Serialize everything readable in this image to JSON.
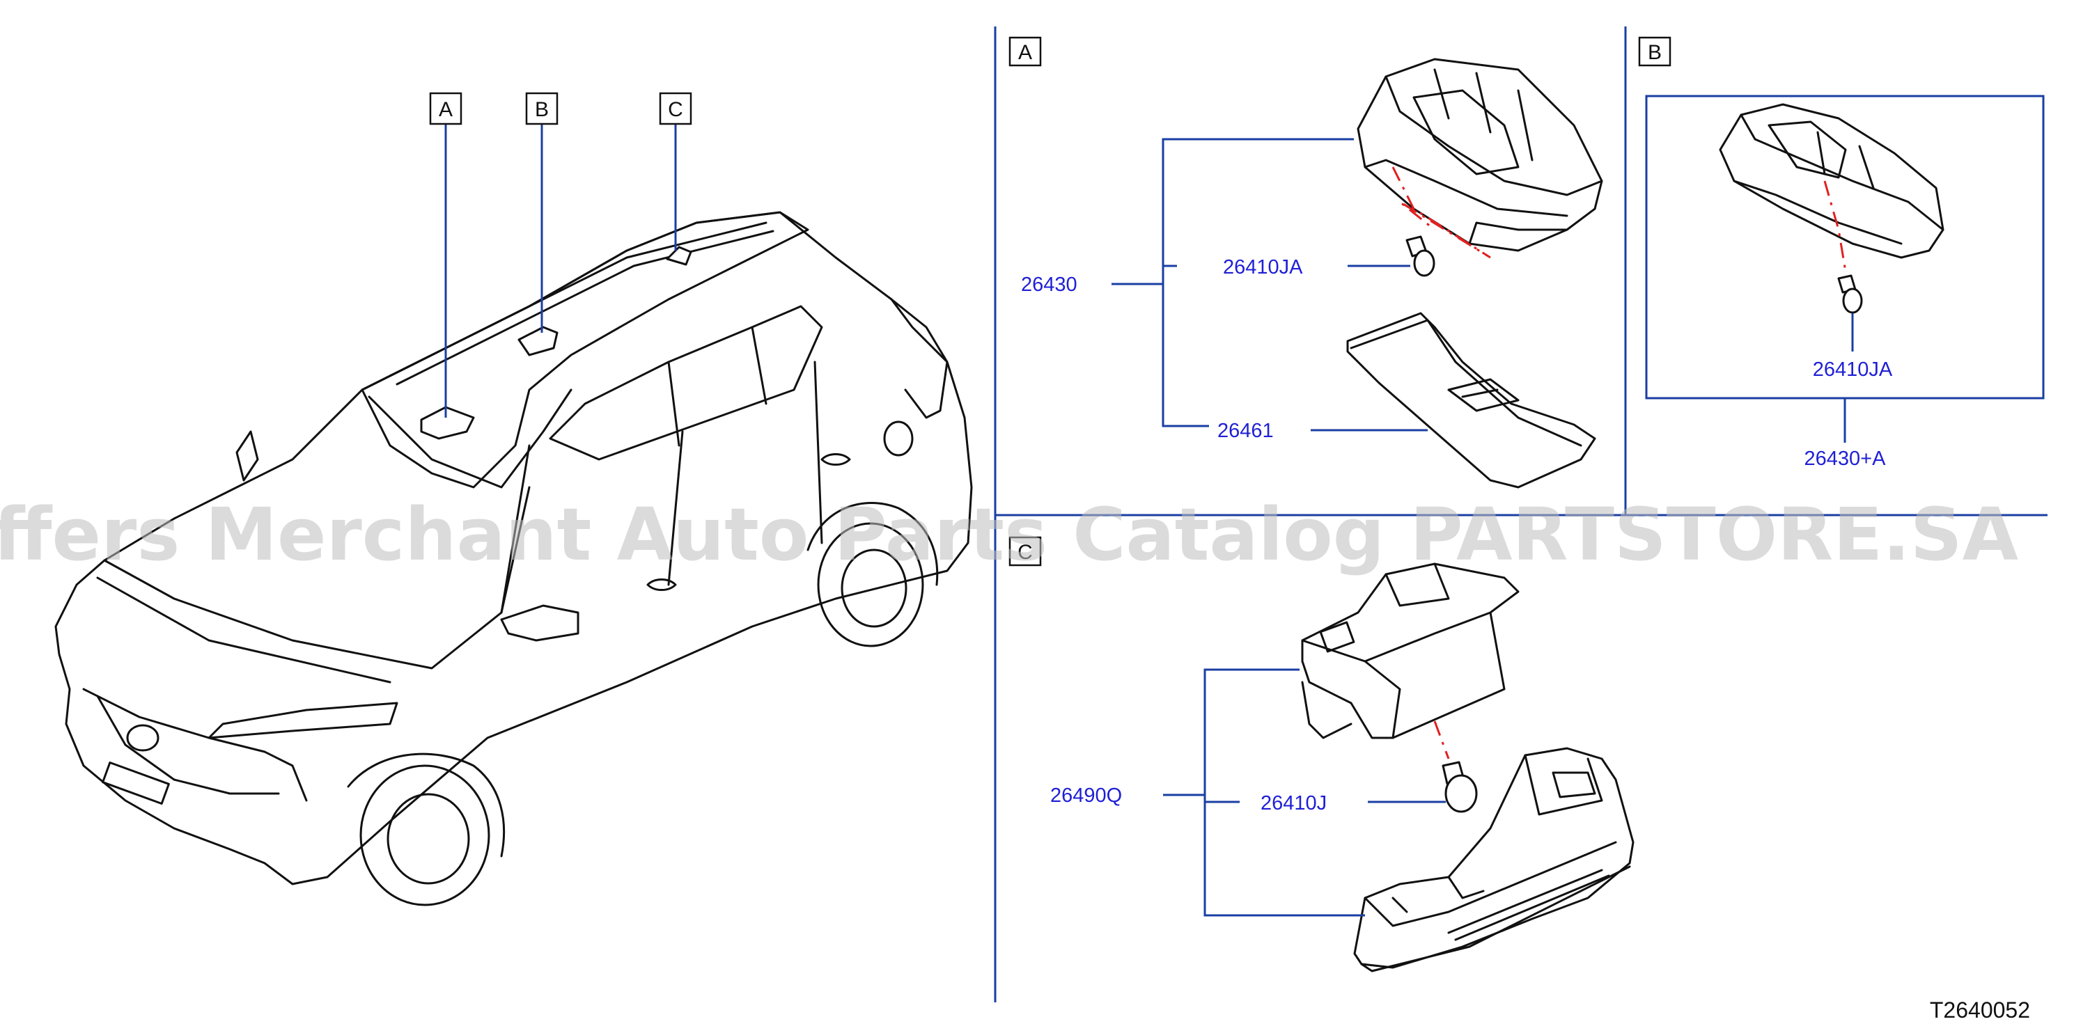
{
  "callouts": {
    "a": "A",
    "b": "B",
    "c": "C"
  },
  "panel_a": {
    "tag": "A",
    "parts": {
      "assembly": "26430",
      "bulb": "26410JA",
      "lens": "26461"
    }
  },
  "panel_b": {
    "tag": "B",
    "parts": {
      "bulb": "26410JA",
      "assembly": "26430+A"
    }
  },
  "panel_c": {
    "tag": "C",
    "parts": {
      "assembly": "26490Q",
      "bulb": "26410J"
    }
  },
  "watermark": "Offers Merchant Auto Parts Catalog PARTSTORE.SA",
  "figure_id": "T2640052",
  "colors": {
    "leader": "#1a3fa3",
    "label": "#1f1fd6",
    "dash": "#e02020",
    "watermark": "#bdbdbd"
  }
}
